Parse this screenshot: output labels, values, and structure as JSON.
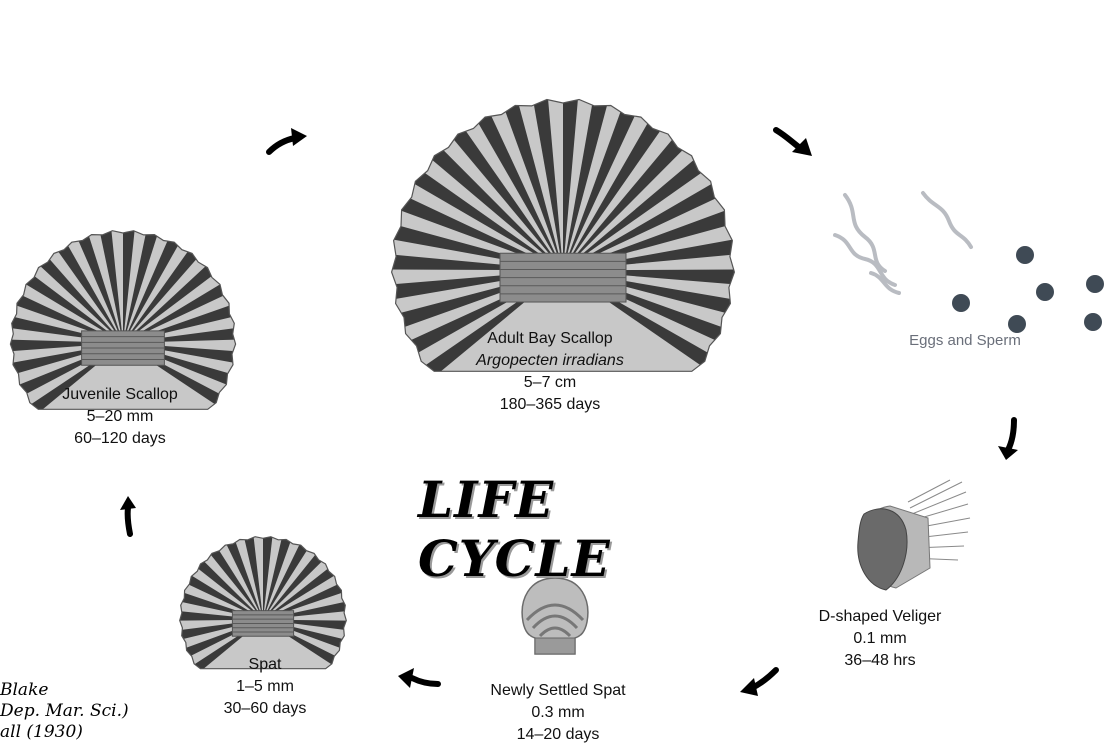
{
  "title": "LIFE CYCLE",
  "stages": {
    "adult": {
      "name": "Adult Bay Scallop",
      "species": "Argopecten irradians",
      "size": "5–7 cm",
      "duration": "180–365 days"
    },
    "eggs": {
      "name": "Eggs and Sperm"
    },
    "veliger": {
      "name": "D-shaped Veliger",
      "size": "0.1 mm",
      "duration": "36–48 hrs"
    },
    "settled": {
      "name": "Newly Settled Spat",
      "size": "0.3 mm",
      "duration": "14–20 days"
    },
    "spat": {
      "name": "Spat",
      "size": "1–5 mm",
      "duration": "30–60 days"
    },
    "juvenile": {
      "name": "Juvenile Scallop",
      "size": "5–20 mm",
      "duration": "60–120 days"
    }
  },
  "credit": {
    "line1": "Blake",
    "line2": "Dep. Mar. Sci.)",
    "line3": "all (1930)"
  },
  "colors": {
    "shell_dark": "#3a3a3a",
    "shell_light": "#c8c8c8",
    "egg": "#3f4a55"
  }
}
